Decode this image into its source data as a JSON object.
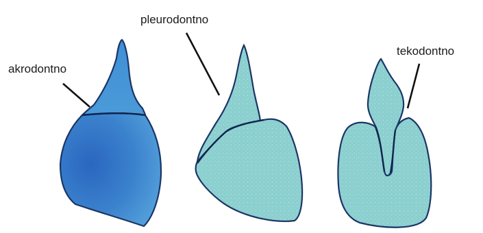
{
  "labels": {
    "akrodontno": "akrodontno",
    "pleurodontno": "pleurodontno",
    "tekodontno": "tekodontno"
  },
  "colors": {
    "akrodont_fill_dark": "#2f6fc4",
    "akrodont_fill_light": "#4b9ad8",
    "light_fill": "#8ccfcf",
    "outline": "#1b3566",
    "leader": "#111111",
    "background": "#ffffff"
  }
}
